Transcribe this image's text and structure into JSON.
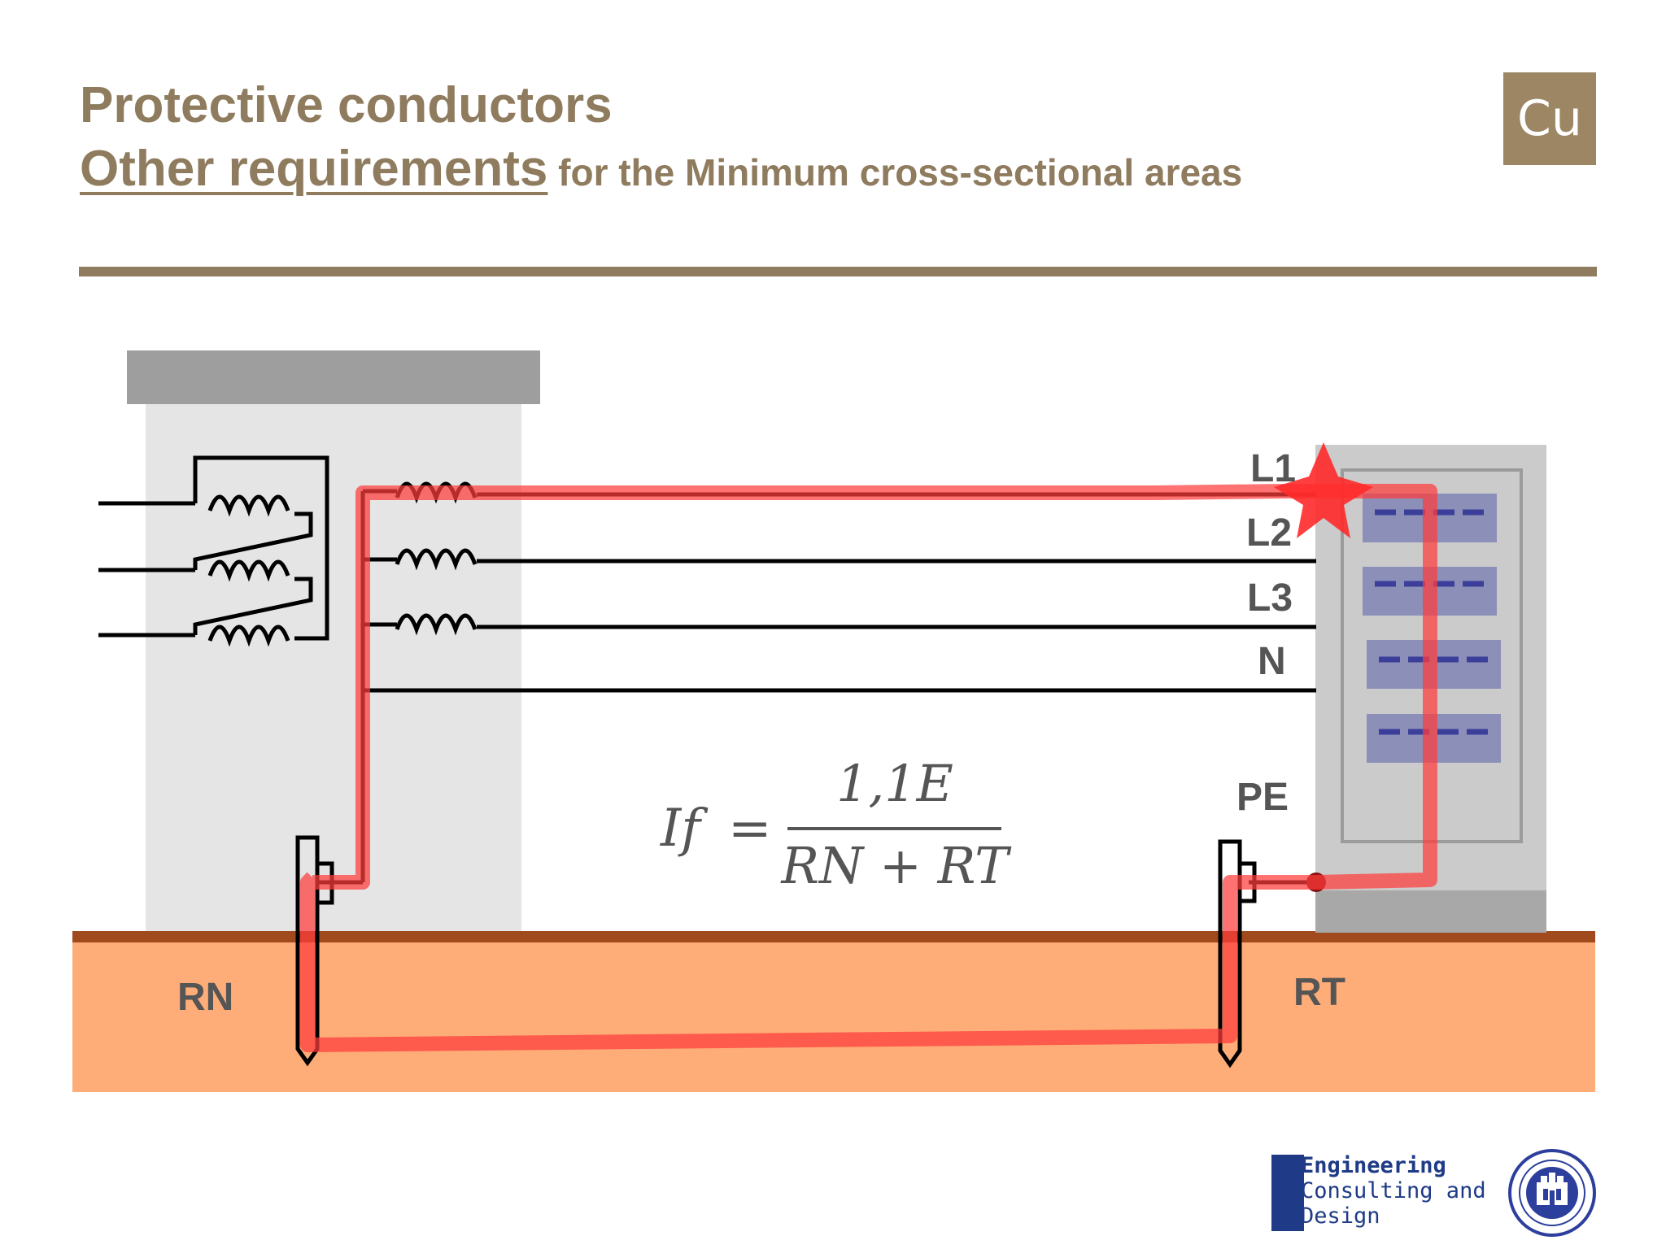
{
  "header": {
    "title": "Protective conductors",
    "subtitle_emphasis": "Other requirements",
    "subtitle_rest": " for the Minimum cross-sectional areas",
    "badge": "Cu"
  },
  "diagram": {
    "phase_labels": [
      "L1",
      "L2",
      "L3",
      "N"
    ],
    "pe_label": "PE",
    "rn_label": "RN",
    "rt_label": "RT",
    "formula": {
      "lhs": "If",
      "equals": "=",
      "numerator": "1,1E",
      "denominator": "RN + RT"
    }
  },
  "colors": {
    "accent": "#8f7b5e",
    "fault_path": "#ff3b3b",
    "ground_fill": "#ffad78",
    "ground_line": "#a04a1e",
    "building": "#e5e5e5",
    "roof": "#9e9e9e",
    "panel": "#cbcbcb",
    "breaker": "#8c8fb8",
    "breaker_dash": "#3b3f9a"
  },
  "footer": {
    "logo_lines": [
      "Engineering",
      "Consulting and",
      "Design"
    ],
    "seal_icon": "university-seal-icon"
  }
}
